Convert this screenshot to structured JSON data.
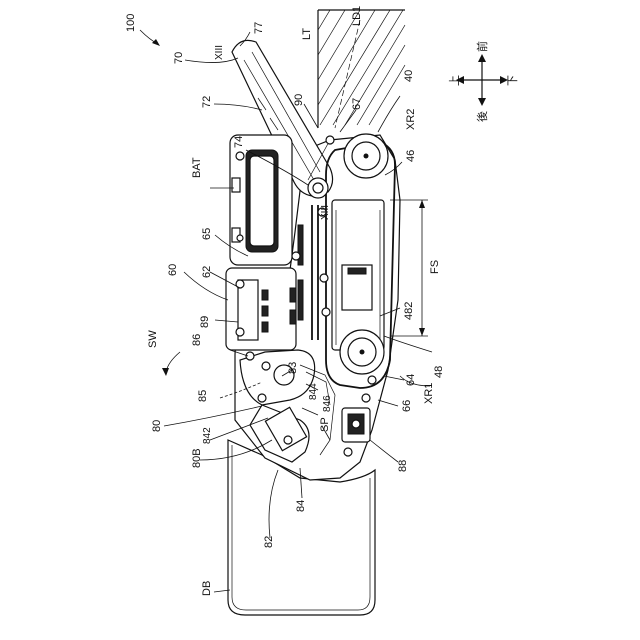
{
  "figure": {
    "ref_main": "100",
    "labels": {
      "l77": "77",
      "l70": "70",
      "lXIII_top": "XIII",
      "lLT": "LT",
      "lLD1": "LD1",
      "l72": "72",
      "l90": "90",
      "l67": "67",
      "l40": "40",
      "lXR2": "XR2",
      "l46": "46",
      "l74": "74",
      "lBAT": "BAT",
      "lXIII_mid": "XIII",
      "l65": "65",
      "lFS": "FS",
      "l60": "60",
      "l62": "62",
      "l482": "482",
      "lSW": "SW",
      "l86": "86",
      "l89": "89",
      "l83": "83",
      "l48": "48",
      "l64": "64",
      "lXR1": "XR1",
      "l85": "85",
      "l844": "844",
      "l846": "846",
      "l66": "66",
      "l80": "80",
      "l842": "842",
      "lSP": "SP",
      "l80B": "80B",
      "l88": "88",
      "l84": "84",
      "l82": "82",
      "lDB": "DB"
    },
    "direction": {
      "front": "前",
      "up": "上",
      "down": "下",
      "rear": "後"
    }
  }
}
